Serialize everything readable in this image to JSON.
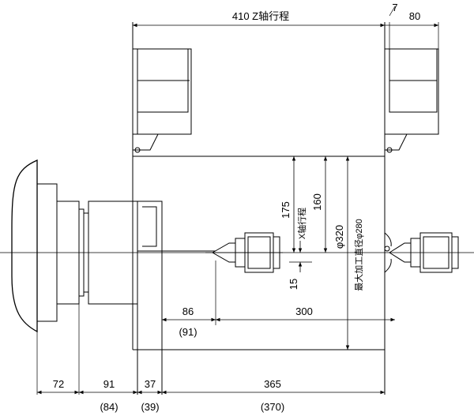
{
  "labels": {
    "z_stroke": "410 Z轴行程",
    "top_7": "7",
    "top_80": "80",
    "v_175": "175",
    "v_x_stroke": "X轴行程",
    "v_160": "160",
    "v_320": "φ320",
    "v_280": "最大加工直径φ280",
    "v_15": "15",
    "h_86": "86",
    "h_91p": "(91)",
    "h_300": "300",
    "b_72": "72",
    "b_91": "91",
    "b_37": "37",
    "b_365": "365",
    "b_84p": "(84)",
    "b_39p": "(39)",
    "b_370p": "(370)"
  }
}
